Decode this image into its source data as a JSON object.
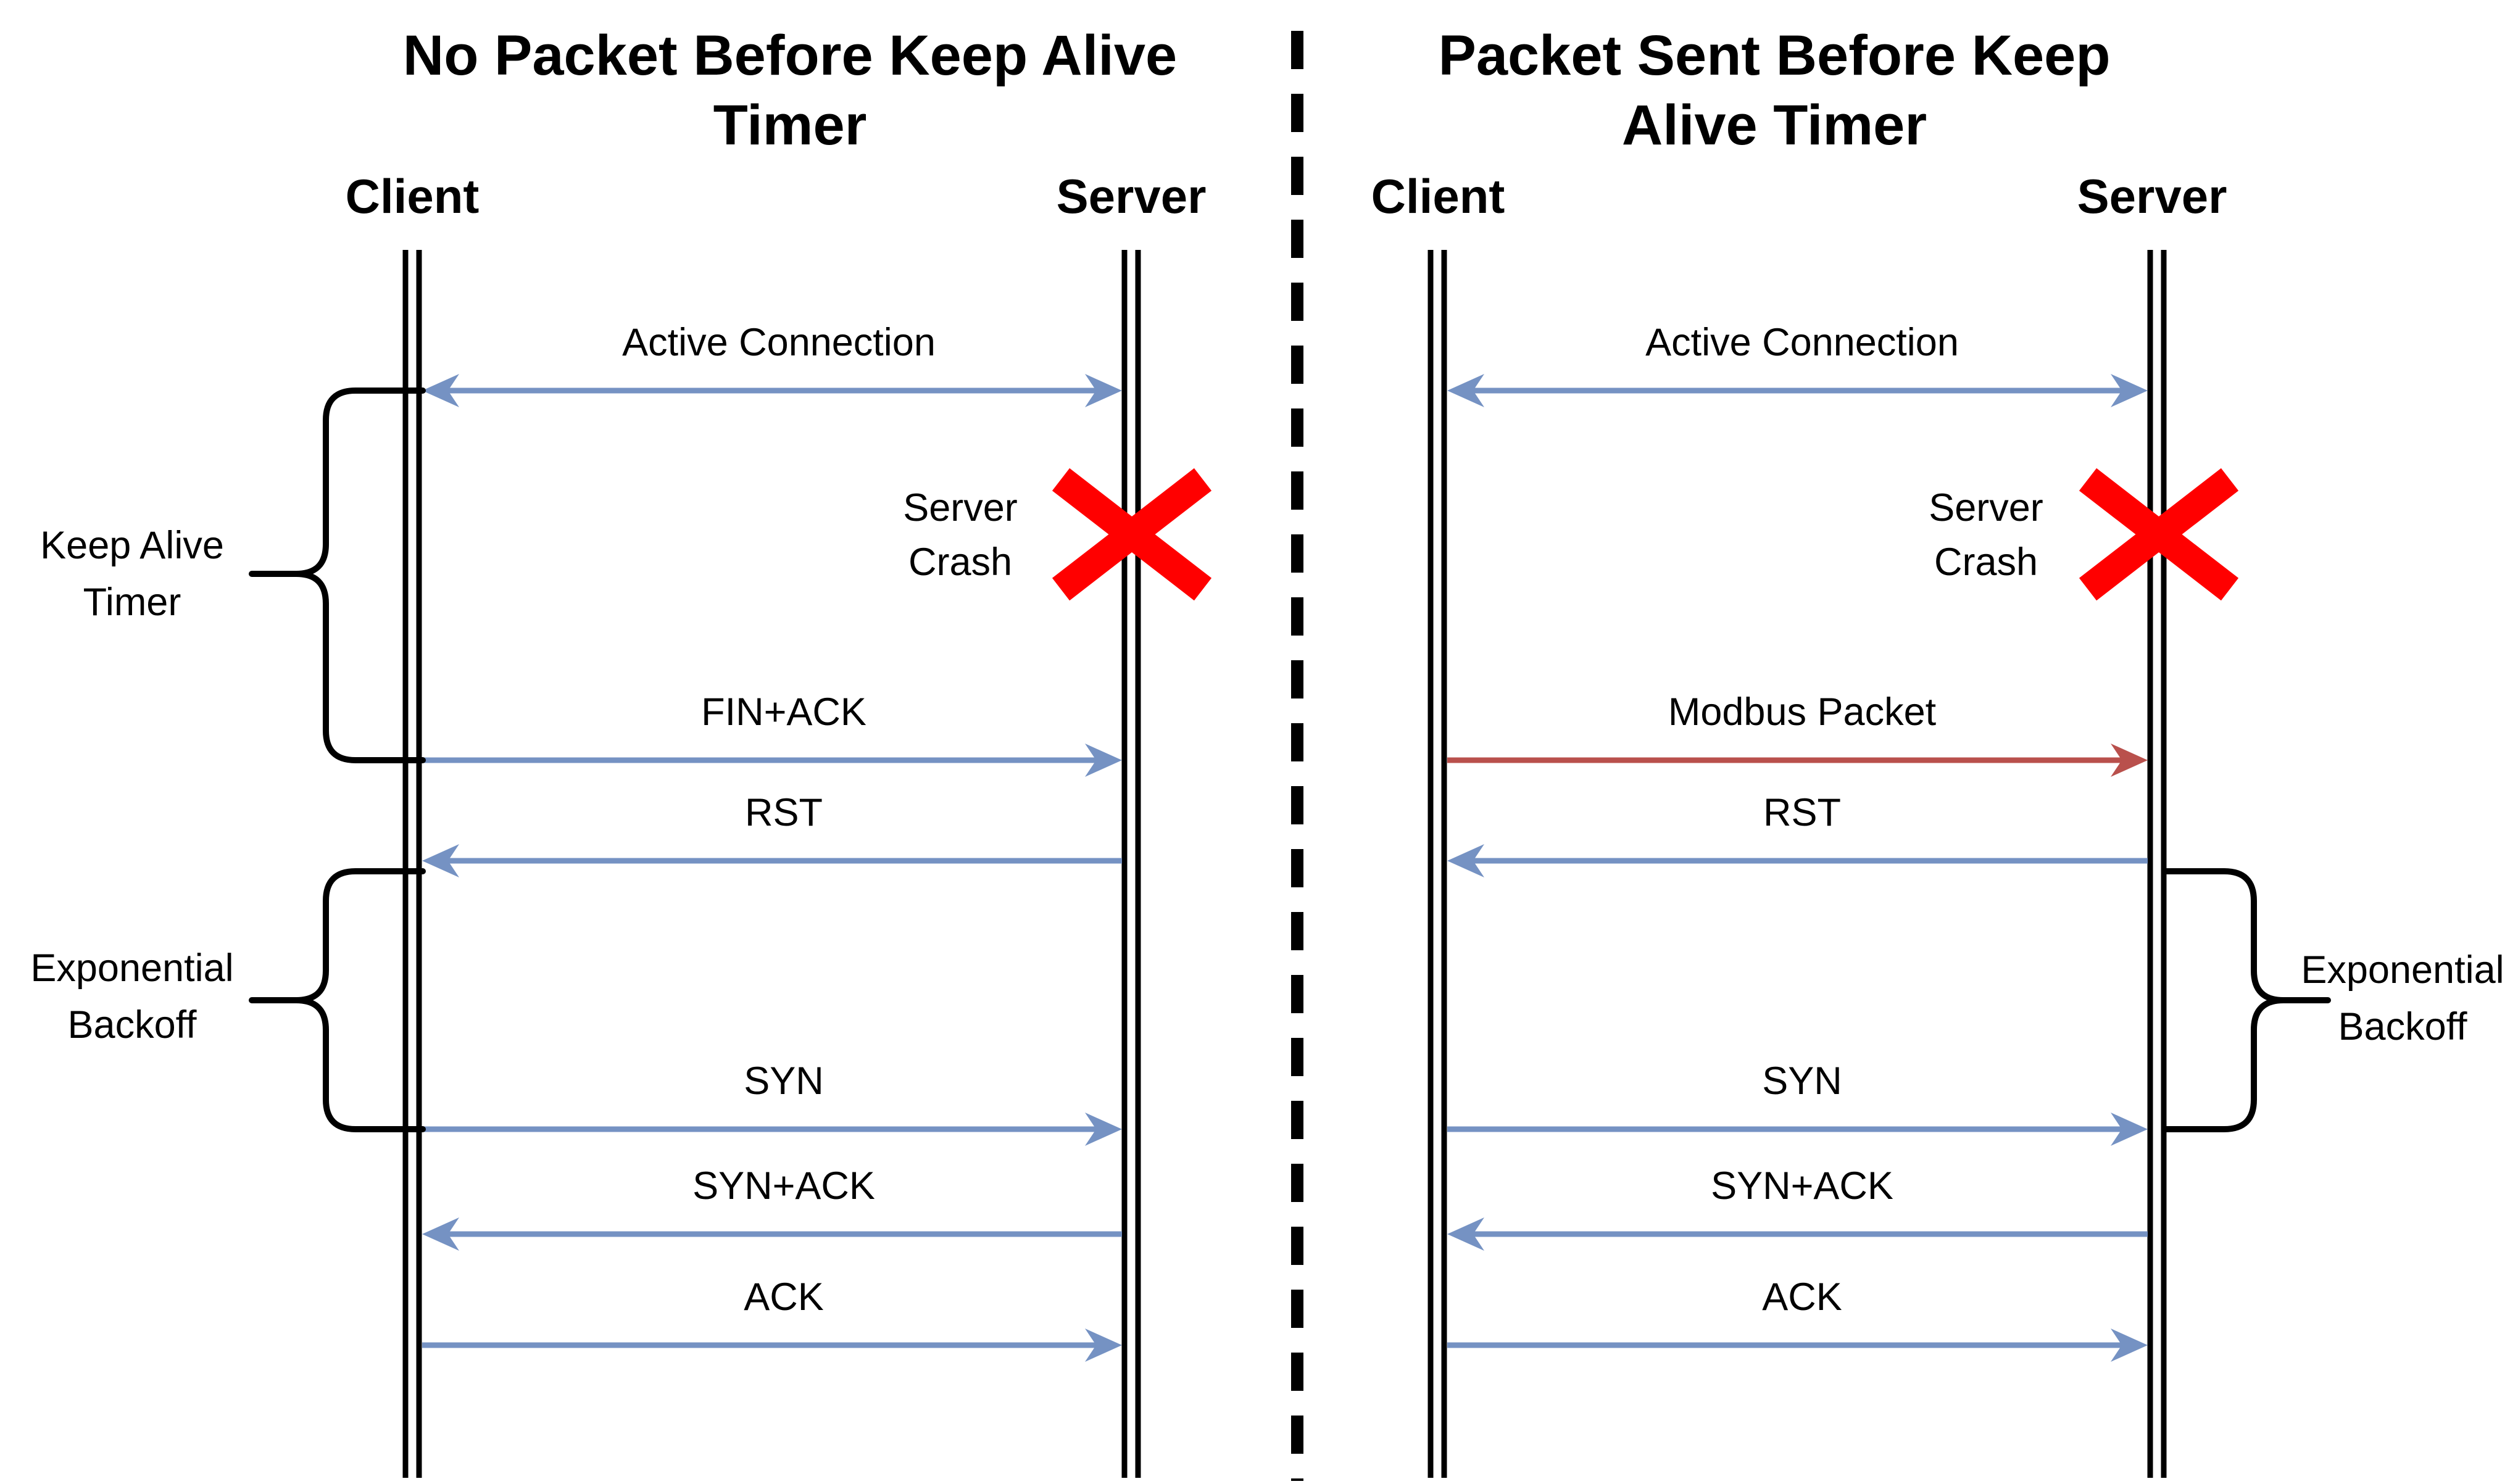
{
  "diagrams": {
    "left": {
      "title_line1": "No Packet Before Keep Alive",
      "title_line2": "Timer",
      "client_label": "Client",
      "server_label": "Server",
      "crash_line1": "Server",
      "crash_line2": "Crash",
      "messages": {
        "active": "Active Connection",
        "row2": "FIN+ACK",
        "rst": "RST",
        "syn": "SYN",
        "synack": "SYN+ACK",
        "ack": "ACK"
      },
      "braces": {
        "keepalive_line1": "Keep Alive",
        "keepalive_line2": "Timer",
        "backoff_line1": "Exponential",
        "backoff_line2": "Backoff"
      }
    },
    "right": {
      "title_line1": "Packet Sent Before Keep",
      "title_line2": "Alive Timer",
      "client_label": "Client",
      "server_label": "Server",
      "crash_line1": "Server",
      "crash_line2": "Crash",
      "messages": {
        "active": "Active Connection",
        "row2": "Modbus Packet",
        "rst": "RST",
        "syn": "SYN",
        "synack": "SYN+ACK",
        "ack": "ACK"
      },
      "braces": {
        "backoff_line1": "Exponential",
        "backoff_line2": "Backoff"
      }
    }
  },
  "colors": {
    "arrow_blue": "#7592C3",
    "arrow_red": "#B9504C",
    "crash_red": "#FF0000",
    "line_black": "#000000"
  }
}
